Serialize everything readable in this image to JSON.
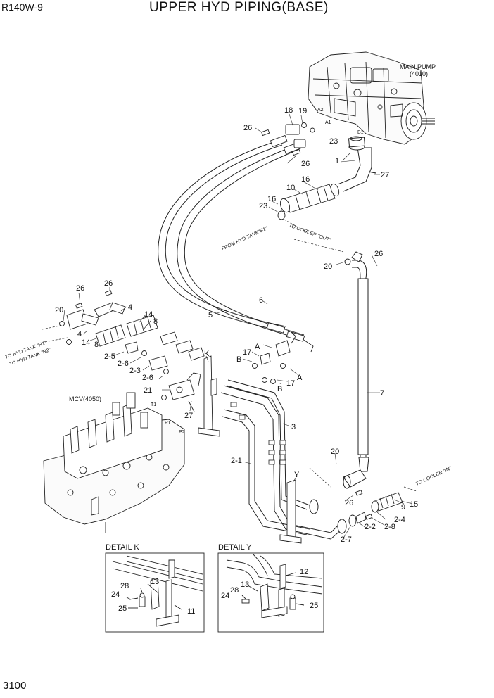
{
  "header": {
    "model": "R140W-9",
    "title": "UPPER HYD PIPING(BASE)",
    "page_number": "3100"
  },
  "components": {
    "main_pump_label": "MAIN PUMP",
    "main_pump_code": "(4010)",
    "mcv_label": "MCV(4050)"
  },
  "port_labels": {
    "a2": "A2",
    "a1": "A1",
    "b1": "B1",
    "t1": "T1",
    "p1": "P1",
    "p2": "P2"
  },
  "flow_labels": {
    "from_hyd_tank_s1": "FROM HYD TANK\"S1\"",
    "to_cooler_out": "TO COOLER \"OUT\"",
    "to_cooler_in": "TO COOLER \"IN\"",
    "to_hyd_tank_r1": "TO HYD TANK \"R1\"",
    "to_hyd_tank_r2": "TO HYD TANK \"R2\""
  },
  "details": {
    "detail_k_title": "DETAIL K",
    "detail_y_title": "DETAIL Y",
    "detail_k_marker": "K",
    "detail_y_marker": "Y"
  },
  "callouts": {
    "n1": "1",
    "n2_1": "2-1",
    "n2_2": "2-2",
    "n2_3": "2-3",
    "n2_4": "2-4",
    "n2_5": "2-5",
    "n2_6": "2-6",
    "n2_6b": "2-6",
    "n2_7": "2-7",
    "n2_8": "2-8",
    "n3": "3",
    "n4a": "4",
    "n4b": "4",
    "n5": "5",
    "n6": "6",
    "n7": "7",
    "n8a": "8",
    "n8b": "8",
    "n9": "9",
    "n10": "10",
    "n11": "11",
    "n12": "12",
    "n13k": "13",
    "n13y": "13",
    "n14a": "14",
    "n14b": "14",
    "n15": "15",
    "n16a": "16",
    "n16b": "16",
    "n17a": "17",
    "n17b": "17",
    "n18": "18",
    "n19": "19",
    "n20a": "20",
    "n20b": "20",
    "n20c": "20",
    "n21": "21",
    "n23a": "23",
    "n23b": "23",
    "n24k": "24",
    "n24y": "24",
    "n25k": "25",
    "n25y": "25",
    "n26a": "26",
    "n26b": "26",
    "n26c": "26",
    "n26d": "26",
    "n26e": "26",
    "n26f": "26",
    "n27a": "27",
    "n27b": "27",
    "n28k": "28",
    "n28y": "28",
    "nA1": "A",
    "nA2": "A",
    "nB1": "B",
    "nB2": "B"
  }
}
